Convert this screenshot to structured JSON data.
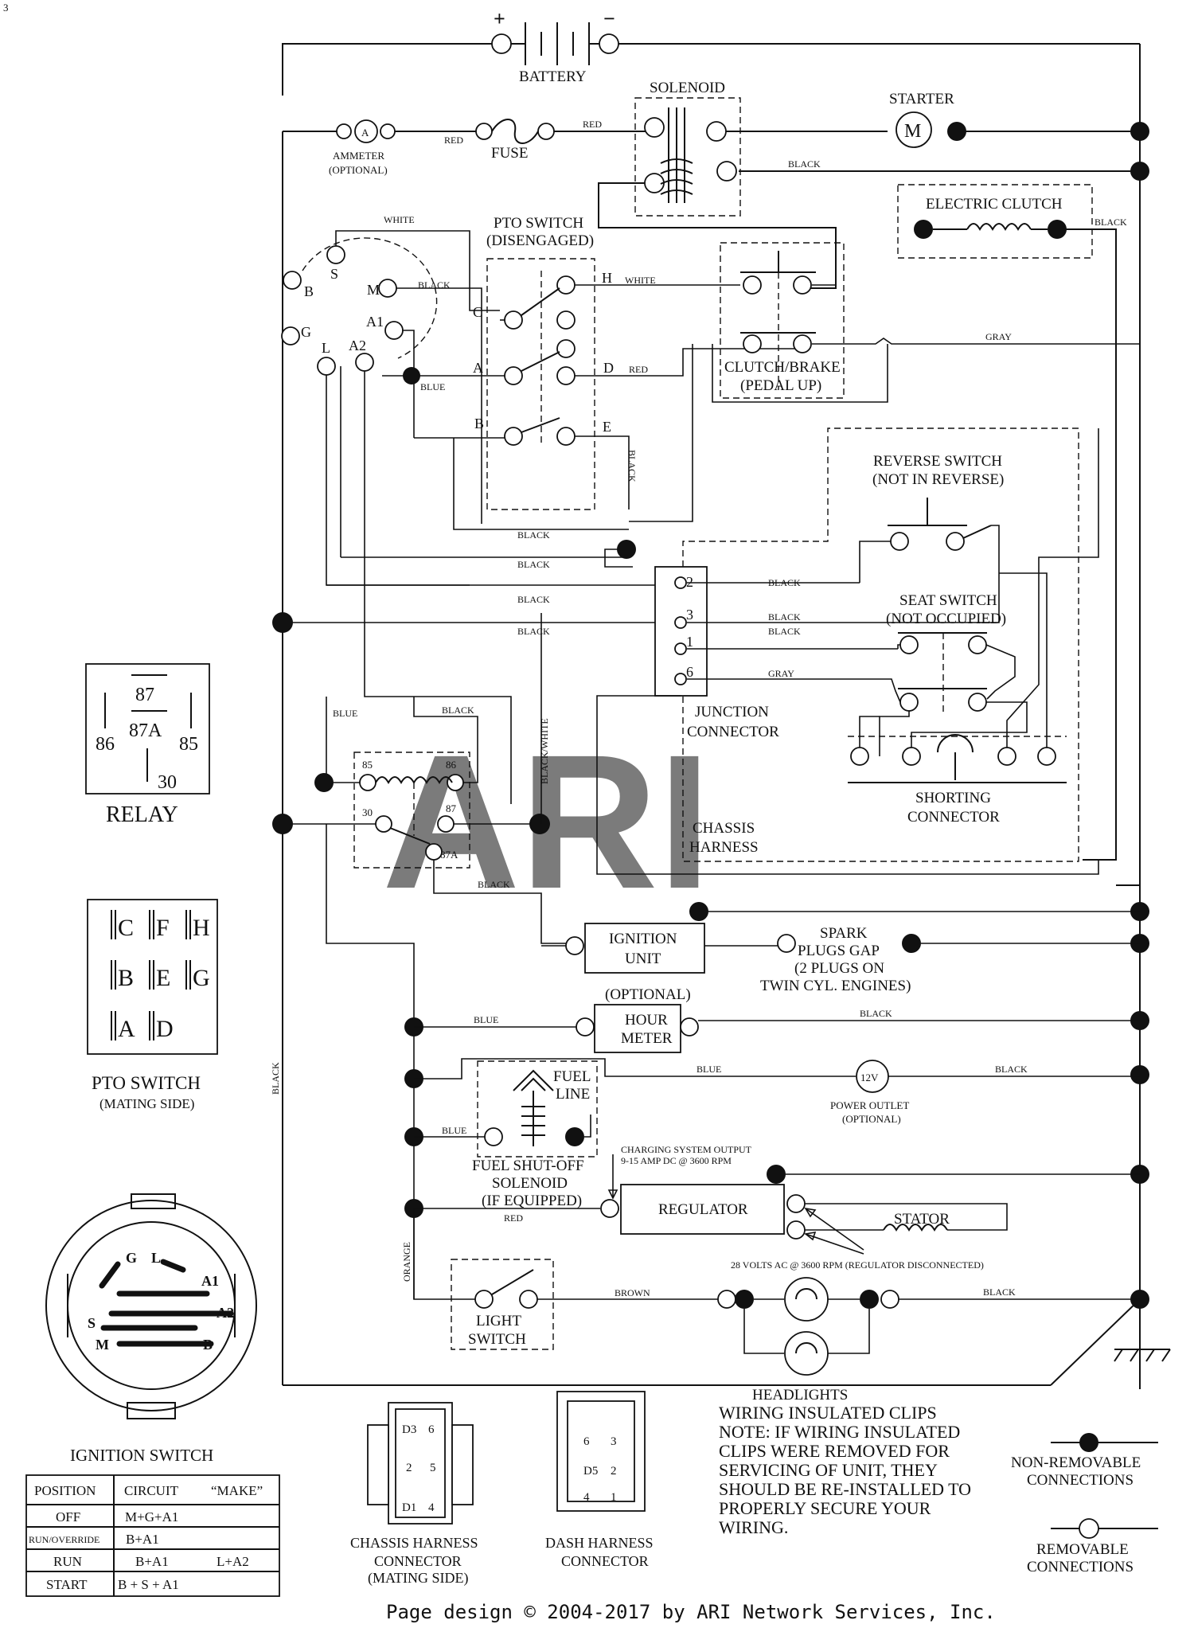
{
  "page_number": "3",
  "watermark": "ARI",
  "battery": {
    "label": "BATTERY",
    "plus": "+",
    "minus": "−"
  },
  "solenoid": {
    "label": "SOLENOID"
  },
  "starter": {
    "label": "STARTER",
    "symbol": "M"
  },
  "ammeter": {
    "label": "AMMETER",
    "optional": "(OPTIONAL)",
    "symbol": "A"
  },
  "fuse": {
    "label": "FUSE"
  },
  "electric_clutch": {
    "label": "ELECTRIC CLUTCH"
  },
  "pto_switch": {
    "label_line1": "PTO SWITCH",
    "label_line2": "(DISENGAGED)",
    "pins": [
      "C",
      "A",
      "B",
      "H",
      "D",
      "E"
    ]
  },
  "clutch_brake": {
    "label_line1": "CLUTCH/BRAKE",
    "label_line2": "(PEDAL UP)"
  },
  "reverse_switch": {
    "label_line1": "REVERSE SWITCH",
    "label_line2": "(NOT IN REVERSE)"
  },
  "seat_switch": {
    "label_line1": "SEAT SWITCH",
    "label_line2": "(NOT OCCUPIED)"
  },
  "shorting_connector": {
    "label_line1": "SHORTING",
    "label_line2": "CONNECTOR"
  },
  "junction_connector": {
    "label_line1": "JUNCTION",
    "label_line2": "CONNECTOR",
    "pins": [
      "2",
      "3",
      "1",
      "6"
    ]
  },
  "chassis_harness": {
    "label_line1": "CHASSIS",
    "label_line2": "HARNESS"
  },
  "ignition_terminals": [
    "S",
    "B",
    "M",
    "G",
    "A1",
    "L",
    "A2"
  ],
  "relay_block": {
    "pins": [
      "85",
      "86",
      "30",
      "87",
      "87A"
    ]
  },
  "ignition_unit": {
    "label_line1": "IGNITION",
    "label_line2": "UNIT"
  },
  "spark_plugs": {
    "line1": "SPARK",
    "line2": "PLUGS GAP",
    "line3": "(2 PLUGS ON",
    "line4": "TWIN CYL. ENGINES)"
  },
  "hour_meter": {
    "optional": "(OPTIONAL)",
    "line1": "HOUR",
    "line2": "METER"
  },
  "power_outlet": {
    "symbol": "12V",
    "label": "POWER OUTLET",
    "optional": "(OPTIONAL)"
  },
  "fuel_solenoid": {
    "fuel_line_1": "FUEL",
    "fuel_line_2": "LINE",
    "line1": "FUEL SHUT-OFF",
    "line2": "SOLENOID",
    "line3": "(IF EQUIPPED)"
  },
  "charging": {
    "line1": "CHARGING SYSTEM OUTPUT",
    "line2": "9-15 AMP DC @ 3600 RPM"
  },
  "regulator": {
    "label": "REGULATOR"
  },
  "stator": {
    "label": "STATOR",
    "note": "28 VOLTS AC @ 3600 RPM (REGULATOR DISCONNECTED)"
  },
  "light_switch": {
    "line1": "LIGHT",
    "line2": "SWITCH"
  },
  "headlights": {
    "label": "HEADLIGHTS"
  },
  "wire_colors": {
    "red": "RED",
    "black": "BLACK",
    "white": "WHITE",
    "gray": "GRAY",
    "blue": "BLUE",
    "black_white": "BLACK/WHITE",
    "orange": "ORANGE",
    "brown": "BROWN"
  },
  "relay_legend": {
    "pins": [
      "87",
      "87A",
      "86",
      "85",
      "30"
    ],
    "label": "RELAY"
  },
  "pto_legend": {
    "pins": [
      "C",
      "F",
      "H",
      "B",
      "E",
      "G",
      "A",
      "D"
    ],
    "label": "PTO SWITCH",
    "sublabel": "(MATING SIDE)"
  },
  "ignition_switch": {
    "label": "IGNITION SWITCH",
    "face_letters": [
      "G",
      "L",
      "A1",
      "A2",
      "S",
      "M",
      "B"
    ],
    "table": {
      "headers": [
        "POSITION",
        "CIRCUIT",
        "“MAKE”"
      ],
      "rows": [
        {
          "position": "OFF",
          "circuit": "M+G+A1",
          "make": ""
        },
        {
          "position": "RUN/OVERRIDE",
          "circuit": "B+A1",
          "make": ""
        },
        {
          "position": "RUN",
          "circuit": "B+A1",
          "make": "L+A2"
        },
        {
          "position": "START",
          "circuit": "B + S + A1",
          "make": ""
        }
      ]
    }
  },
  "chassis_harness_connector": {
    "line1": "CHASSIS HARNESS",
    "line2": "CONNECTOR",
    "line3": "(MATING SIDE)",
    "pins": [
      "D3",
      "6",
      "2",
      "5",
      "D1",
      "4"
    ]
  },
  "dash_harness_connector": {
    "line1": "DASH HARNESS",
    "line2": "CONNECTOR",
    "pins": [
      "6",
      "3",
      "D5",
      "2",
      "4",
      "1"
    ]
  },
  "note": {
    "lines": [
      "WIRING INSULATED CLIPS",
      "NOTE: IF WIRING INSULATED",
      "CLIPS WERE REMOVED FOR",
      "SERVICING OF UNIT, THEY",
      "SHOULD BE RE-INSTALLED TO",
      "PROPERLY SECURE YOUR",
      "WIRING."
    ]
  },
  "legend": {
    "non_removable_1": "NON-REMOVABLE",
    "non_removable_2": "CONNECTIONS",
    "removable_1": "REMOVABLE",
    "removable_2": "CONNECTIONS"
  },
  "footer": "Page design © 2004-2017 by ARI Network Services, Inc."
}
